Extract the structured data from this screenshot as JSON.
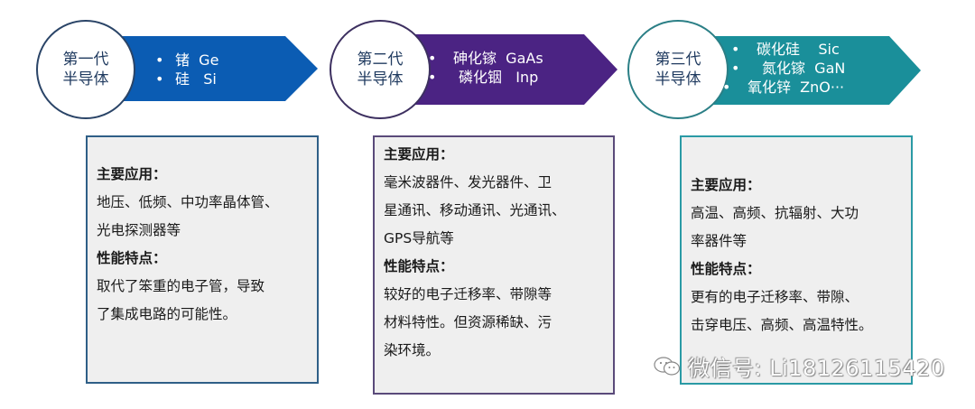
{
  "generations": [
    {
      "title_line1": "第一代",
      "title_line2": "半导体",
      "color": "#0b5cb3",
      "materials": [
        {
          "bullet": "•",
          "text": "锗  Ge"
        },
        {
          "bullet": "•",
          "text": "硅   Si"
        }
      ],
      "applications_label": "主要应用：",
      "applications_lines": [
        "地压、低频、中功率晶体管、",
        "光电探测器等"
      ],
      "features_label": "性能特点：",
      "features_lines": [
        "取代了笨重的电子管，导致",
        "了集成电路的可能性。"
      ]
    },
    {
      "title_line1": "第二代",
      "title_line2": "半导体",
      "color": "#4b2383",
      "materials": [
        {
          "bullet": "•",
          "text": "砷化镓  GaAs"
        },
        {
          "bullet": "•",
          "text": "磷化铟   Inp"
        }
      ],
      "applications_label": "主要应用：",
      "applications_lines": [
        "毫米波器件、发光器件、卫",
        "星通讯、移动通讯、光通讯、",
        "GPS导航等"
      ],
      "features_label": "性能特点：",
      "features_lines": [
        "较好的电子迁移率、带隙等",
        "材料特性。但资源稀缺、污",
        "染环境。"
      ]
    },
    {
      "title_line1": "第三代",
      "title_line2": "半导体",
      "color": "#1a8f9a",
      "materials": [
        {
          "bullet": "•",
          "text": "碳化硅    Sic"
        },
        {
          "bullet": "•",
          "text": "氮化镓  GaN"
        },
        {
          "bullet": "•",
          "text": "氧化锌  ZnO···"
        }
      ],
      "applications_label": "主要应用：",
      "applications_lines": [
        "高温、高频、抗辐射、大功",
        "率器件等"
      ],
      "features_label": "性能特点：",
      "features_lines": [
        "更有的电子迁移率、带隙、",
        "击穿电压、高频、高温特性。"
      ]
    }
  ],
  "watermark": {
    "icon": "wechat-icon",
    "text": "微信号: Li18126115420"
  }
}
